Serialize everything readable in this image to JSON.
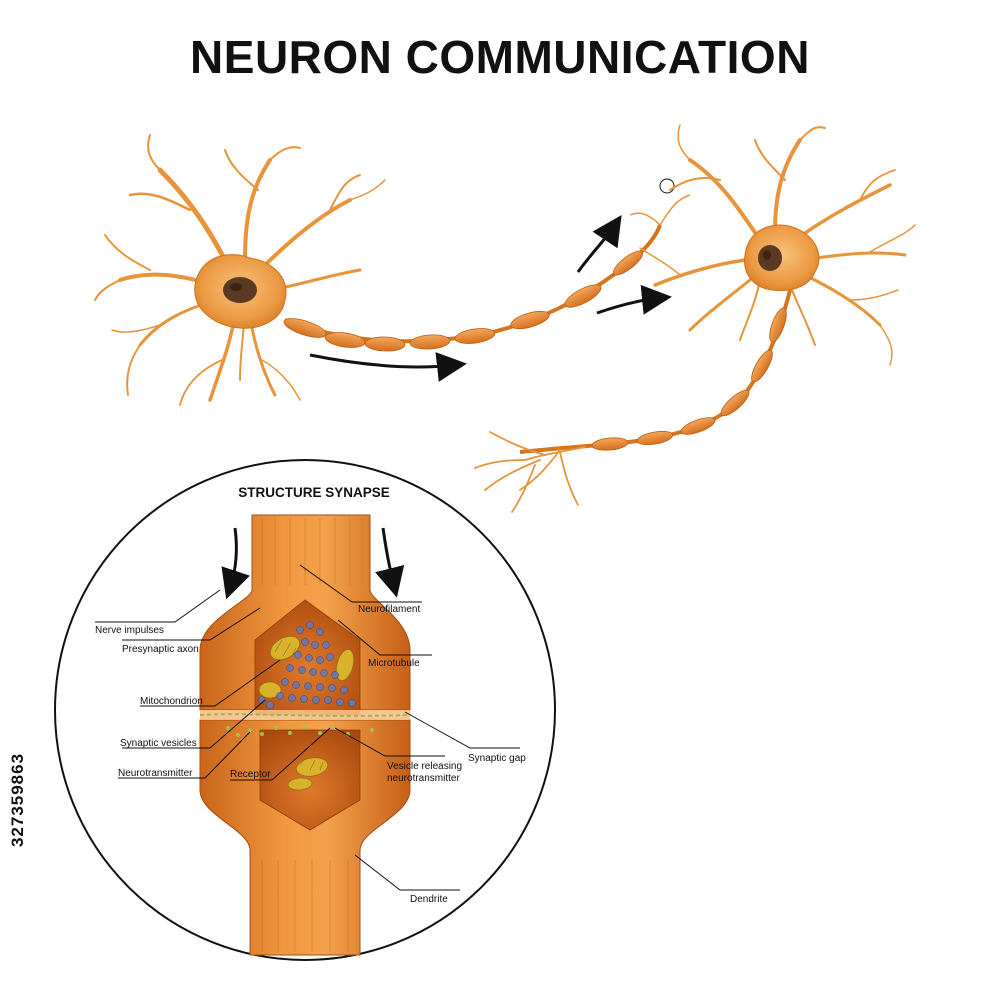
{
  "title": "NEURON COMMUNICATION",
  "stock_id": "327359863",
  "synapse": {
    "heading": "STRUCTURE SYNAPSE",
    "labels": {
      "nerve_impulses": "Nerve impulses",
      "presynaptic_axon": "Presynaptic axon",
      "mitochondrion": "Mitochondrion",
      "synaptic_vesicles": "Synaptic vesicles",
      "neurotransmitter": "Neurotransmitter",
      "receptor": "Receptor",
      "neurofilament": "Neurofilament",
      "microtubule": "Microtubule",
      "synaptic_gap": "Synaptic gap",
      "vesicle_releasing_1": "Vesicle releasing",
      "vesicle_releasing_2": "neurotransmitter",
      "dendrite": "Dendrite"
    }
  },
  "colors": {
    "neuron_orange": "#e8943a",
    "neuron_light": "#f6b15c",
    "neuron_dark": "#c0661a",
    "myelin": "#e07a25",
    "nucleus": "#5a3a22",
    "vesicle": "#6c76a8",
    "mitochondria": "#d9b22c"
  }
}
